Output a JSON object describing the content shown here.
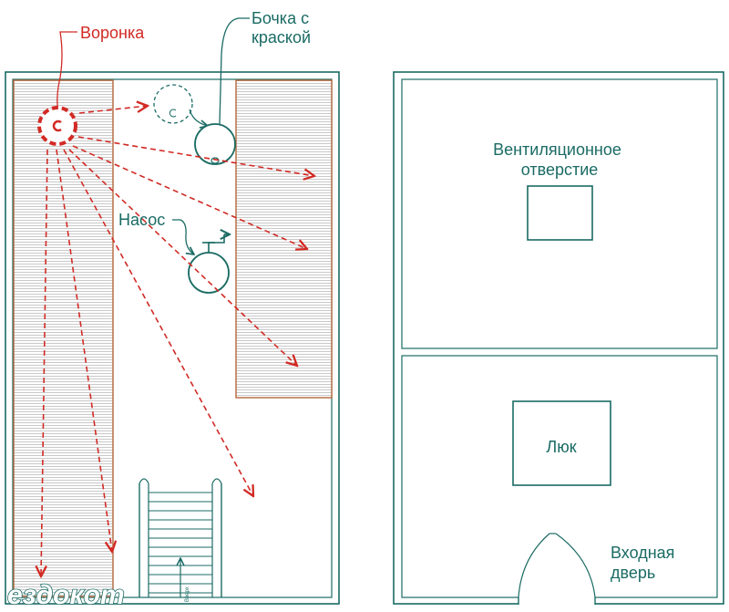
{
  "labels": {
    "funnel": "Воронка",
    "barrel": "Бочка с\nкраской",
    "pump": "Насос",
    "vent": "Вентиляционное\nотверстие",
    "hatch": "Люк",
    "door": "Входная\nдверь",
    "stairs": "Вверх"
  },
  "logo": {
    "text": "ездокот"
  },
  "colors": {
    "teal": "#1a6b64",
    "red": "#d22a24",
    "brown": "#b5673a",
    "hatching": "#c8c8c8"
  }
}
